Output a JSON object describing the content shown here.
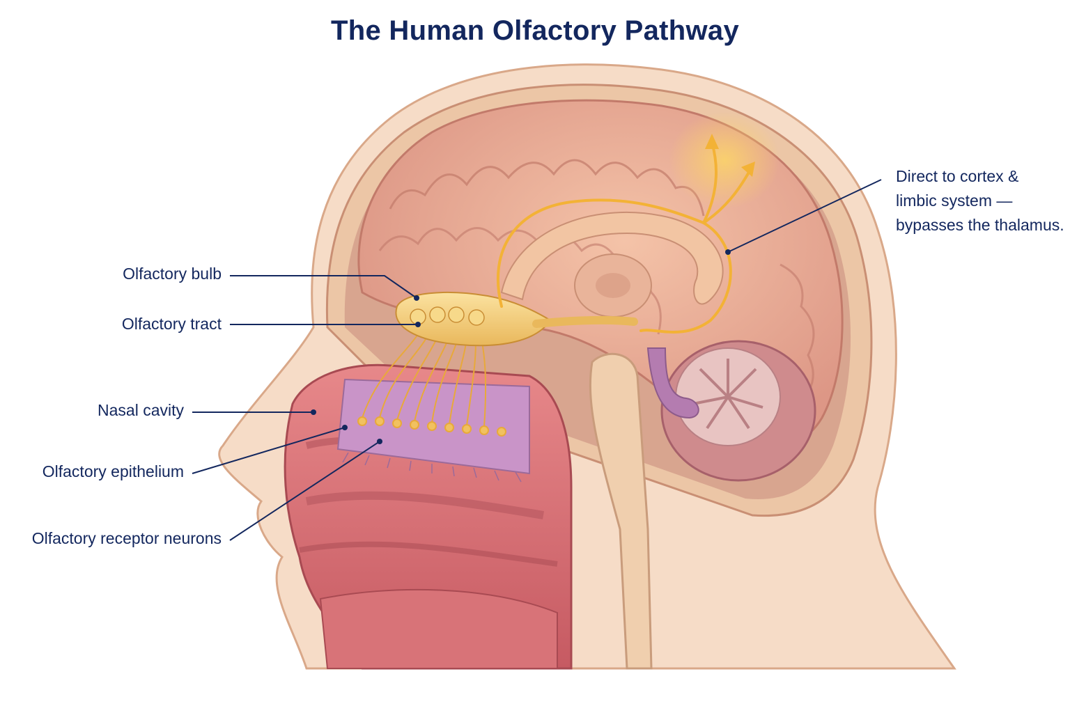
{
  "title": "The Human Olfactory Pathway",
  "labels": {
    "bulb": "Olfactory bulb",
    "tract": "Olfactory tract",
    "nasal": "Nasal cavity",
    "epithelium": "Olfactory epithelium",
    "receptors": "Olfactory receptor neurons",
    "direct_line1": "Direct to cortex &",
    "direct_line2": "limbic system —",
    "direct_line3": "bypasses the thalamus."
  },
  "colors": {
    "label_text": "#13275e",
    "skin": "#f2cdb2",
    "brain": "#e7a592",
    "pathway": "#f3b236",
    "epithelium": "#c994c8",
    "nasal_mucosa": "#d46a6e"
  }
}
